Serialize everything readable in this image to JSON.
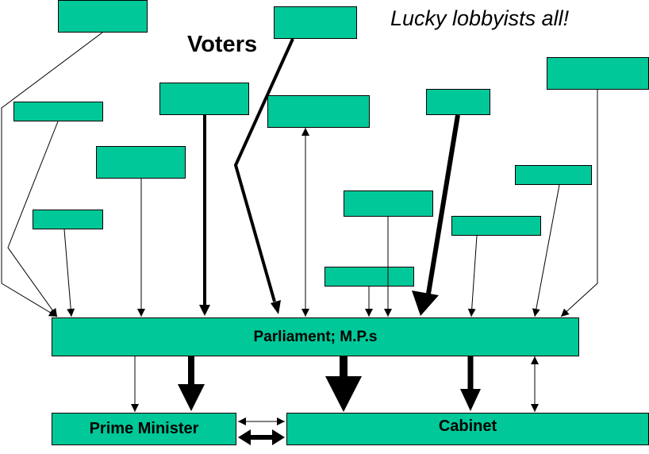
{
  "title": "Lucky lobbyists all!",
  "voters_label": "Voters",
  "parliament_label": "Parliament; M.P.s",
  "prime_minister_label": "Prime Minister",
  "cabinet_label": "Cabinet",
  "colors": {
    "box_fill": "#00c898",
    "outline": "#000000",
    "background": "#ffffff"
  }
}
